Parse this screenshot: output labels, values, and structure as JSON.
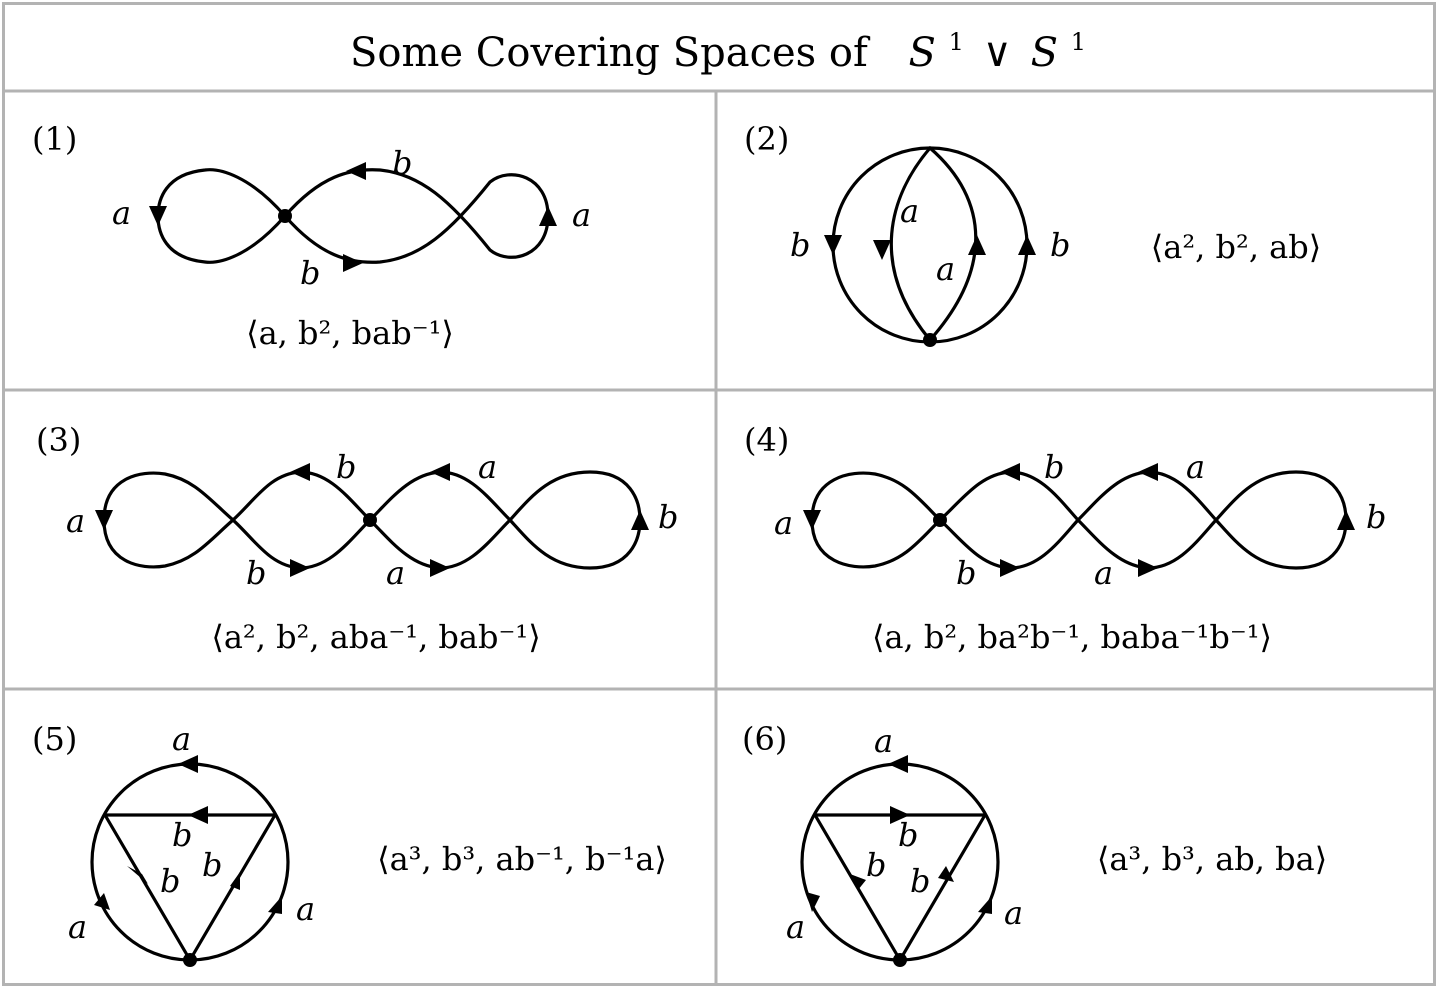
{
  "title": {
    "text": "Some Covering Spaces of",
    "math": "S¹ ∨ S¹",
    "base": "S",
    "sup": "1",
    "wedge": "∨"
  },
  "panels": [
    {
      "id": "1",
      "label": "(1)",
      "presentation": "⟨a, b², bab⁻¹⟩",
      "edge_labels": [
        "a",
        "b",
        "b",
        "a"
      ]
    },
    {
      "id": "2",
      "label": "(2)",
      "presentation": "⟨a², b², ab⟩",
      "edge_labels": [
        "b",
        "a",
        "a",
        "b"
      ]
    },
    {
      "id": "3",
      "label": "(3)",
      "presentation": "⟨a², b², aba⁻¹, bab⁻¹⟩",
      "edge_labels": [
        "a",
        "b",
        "b",
        "a",
        "a",
        "b"
      ]
    },
    {
      "id": "4",
      "label": "(4)",
      "presentation": "⟨a, b², ba²b⁻¹, baba⁻¹b⁻¹⟩",
      "edge_labels": [
        "a",
        "b",
        "b",
        "a",
        "a",
        "b"
      ]
    },
    {
      "id": "5",
      "label": "(5)",
      "presentation": "⟨a³, b³, ab⁻¹, b⁻¹a⟩",
      "edge_labels": [
        "a",
        "b",
        "b",
        "b",
        "a",
        "a"
      ]
    },
    {
      "id": "6",
      "label": "(6)",
      "presentation": "⟨a³, b³, ab, ba⟩",
      "edge_labels": [
        "a",
        "b",
        "b",
        "b",
        "a",
        "a"
      ]
    }
  ]
}
